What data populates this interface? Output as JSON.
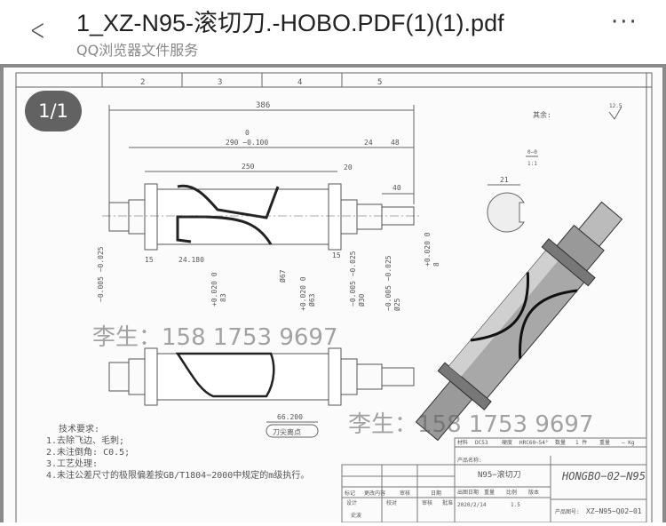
{
  "header": {
    "title": "1_XZ-N95-滚切刀.-HOBO.PDF(1)(1).pdf",
    "subtitle": "QQ浏览器文件服务",
    "back_icon": "chevron-left-icon",
    "more_icon": "ellipsis-icon"
  },
  "viewer": {
    "page_indicator": "1/1"
  },
  "drawing": {
    "zones": [
      "2",
      "3",
      "4",
      "5"
    ],
    "dims": {
      "overall": "386",
      "tol_0": "0",
      "length_290": "290 −0.100",
      "len_24": "24",
      "len_48": "48",
      "len_250": "250",
      "len_20": "20",
      "len_40": "40",
      "len_15a": "15",
      "len_24_180": "24.180",
      "len_15b": "15",
      "d83": "83",
      "d83_tol": "+0.020  0",
      "d67": "Ø67",
      "d63": "Ø63",
      "d63_tol": "+0.020  0",
      "d30": "Ø30",
      "d30_tol": "−0.005 −0.025",
      "d25": "Ø25",
      "d25_tol": "−0.005 −0.025",
      "key8": "8",
      "key8_tol": "+0.020  0",
      "left_tol": "−0.005 −0.025",
      "len_66_2": "66.200",
      "tip_label": "刀尖离点",
      "section_21": "21",
      "section_label": "0−0",
      "section_scale": "1:1",
      "roughness_label": "其余:",
      "roughness_value": "12.5"
    },
    "tech_req": {
      "title": "技术要求:",
      "items": [
        "1.去除飞边、毛刺;",
        "2.未注倒角: C0.5;",
        "3.工艺处理:",
        "4.未注公差尺寸的极限偏差按GB/T1804−2000中规定的m级执行。"
      ]
    },
    "title_block": {
      "material_label": "材料",
      "material": "DC53",
      "hardness_label": "硬度",
      "hardness": "HRC60~54°",
      "qty_label": "数量",
      "qty": "1 件",
      "weight_label": "重量",
      "weight": "— Kg",
      "product_name_label": "产品名称:",
      "product_name": "N95−滚切刀",
      "drawing_code": "HONGBO−02−N95",
      "date": "2020/2/14",
      "scale": "1.5",
      "product_no_label": "产品图号:",
      "product_no": "XZ−N95−Q02−01",
      "revision_cells": [
        "标记",
        "更改内容",
        "审核",
        "日期"
      ],
      "sign_cells": [
        "设计",
        "校对",
        "审核",
        "批准",
        "出图日期",
        "重量",
        "比例",
        "版本"
      ],
      "designer": "史波"
    },
    "watermark": "李生：158 1753 9697"
  }
}
